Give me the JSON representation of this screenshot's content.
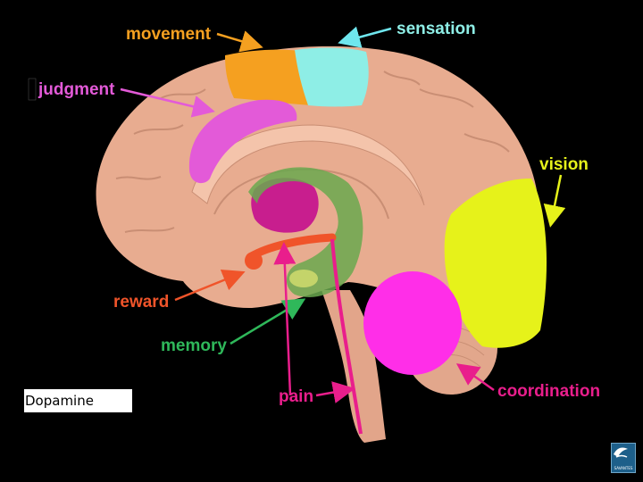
{
  "labels": {
    "movement": "movement",
    "sensation": "sensation",
    "judgment": "judgment",
    "vision": "vision",
    "reward": "reward",
    "memory": "memory",
    "pain": "pain",
    "coordination": "coordination"
  },
  "caption": "Dopamine",
  "logo": {
    "text": "SAVANTES"
  },
  "colors": {
    "background": "#000000",
    "brain": "#e8ac90",
    "movement": "#f5a020",
    "sensation": "#8eeee6",
    "judgment": "#e35ad8",
    "vision": "#e6f21a",
    "reward": "#f0542a",
    "memory": "#4e9a38",
    "pain": "#e91e8c",
    "coordination": "#ff2ee8"
  }
}
